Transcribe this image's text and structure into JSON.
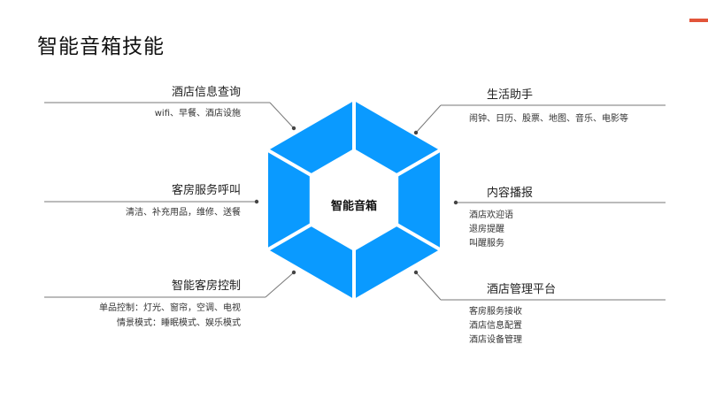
{
  "title": "智能音箱技能",
  "center_label": "智能音箱",
  "colors": {
    "hex": "#0a9aff",
    "line": "#777777",
    "accent": "#e2553a"
  },
  "skills": [
    {
      "title": "酒店信息查询",
      "lines": [
        "wifi、早餐、酒店设施"
      ]
    },
    {
      "title": "客房服务呼叫",
      "lines": [
        "清洁、补充用品，维修、送餐"
      ]
    },
    {
      "title": "智能客房控制",
      "lines": [
        "单品控制：灯光、窗帘，空调、电视",
        "情景模式：睡眠模式、娱乐模式"
      ]
    },
    {
      "title": "生活助手",
      "lines": [
        "闹钟、日历、股票、地图、音乐、电影等"
      ]
    },
    {
      "title": "内容播报",
      "lines": [
        "酒店欢迎语",
        "退房提醒",
        "叫醒服务"
      ]
    },
    {
      "title": "酒店管理平台",
      "lines": [
        "客房服务接收",
        "酒店信息配置",
        "酒店设备管理"
      ]
    }
  ]
}
